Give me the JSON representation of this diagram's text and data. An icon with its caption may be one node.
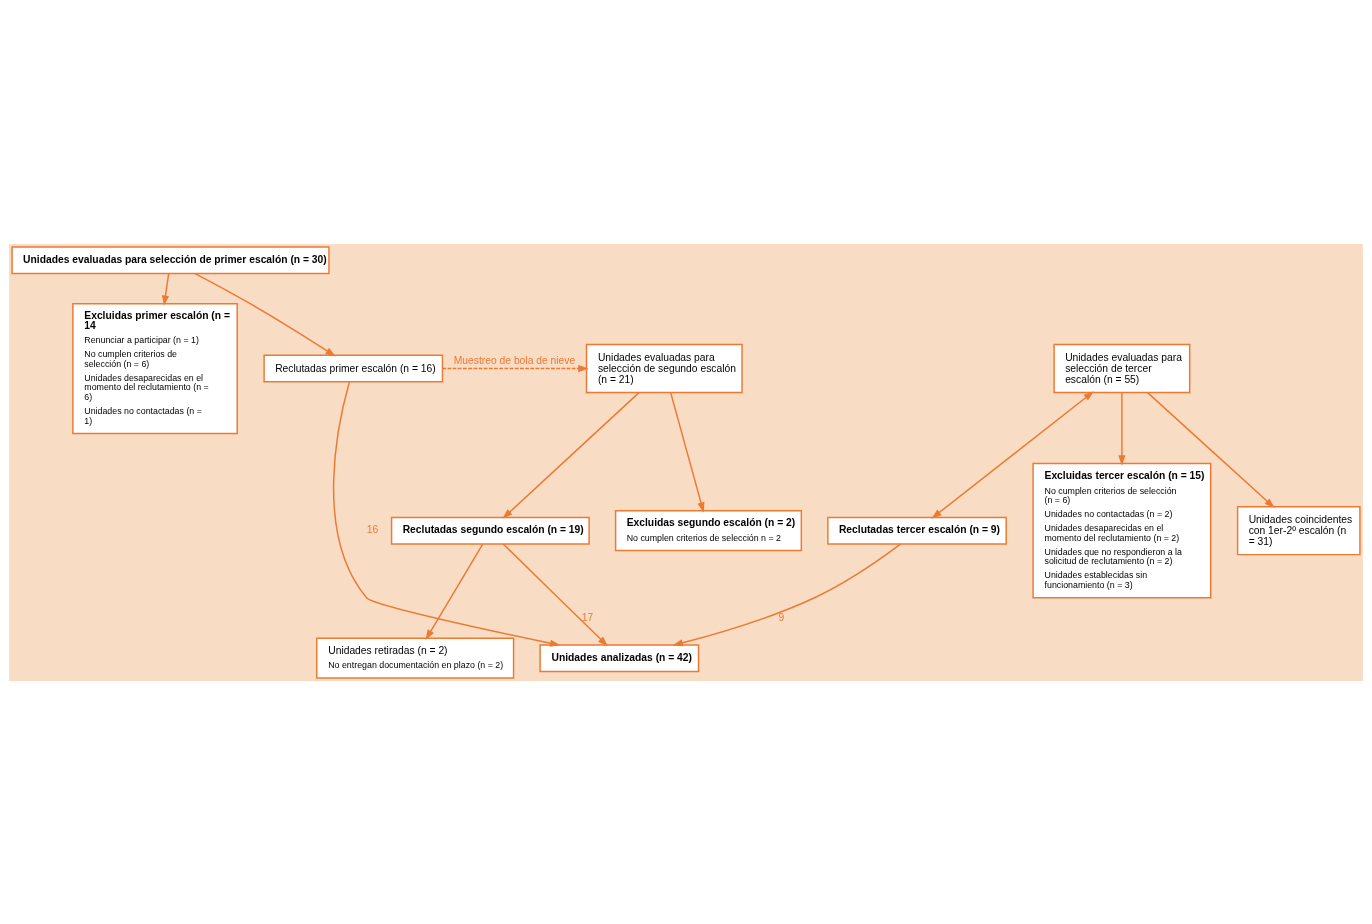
{
  "diagram": {
    "nodes": [
      {
        "text": [
          "Unidades evaluadas para selección de primer escalón (n = 30)"
        ]
      },
      {
        "text": [
          "Excluidas primer escalón (n = 14",
          "Renunciar a participar (n = 1)",
          "No cumplen criterios de selección (n = 6)",
          "Unidades desaparecidas en el momento del reclutamiento (n = 6)",
          "Unidades no contactadas (n = 1)"
        ]
      },
      {
        "text": [
          "Reclutadas primer escalón (n = 16)"
        ]
      },
      {
        "text": [
          "Unidades evaluadas para selección de segundo escalón (n = 21)"
        ]
      },
      {
        "text": [
          "Unidades analizadas (n = 42)"
        ]
      },
      {
        "text": [
          "Excluidas segundo escalón (n = 2)",
          "No cumplen criterios de selección n = 2"
        ]
      },
      {
        "text": [
          "Reclutadas tercer escalón (n = 9)"
        ]
      },
      {
        "text": [
          "Reclutadas segundo escalón (n = 19)"
        ]
      },
      {
        "text": [
          "Excluidas tercer escalón (n = 15)",
          "No cumplen criterios de selección (n = 6)",
          "Unidades no contactadas (n = 2)",
          "Unidades desaparecidas en el momento del reclutamiento (n = 2)",
          "Unidades que no respondieron a la solicitud de reclutamiento (n = 2)",
          "Unidades establecidas sin funcionamiento (n = 3)"
        ]
      },
      {
        "text": [
          "Unidades retiradas (n = 2)",
          "No entregan documentación en plazo (n = 2)"
        ]
      },
      {
        "text": [
          "Unidades coincidentes con 1er-2º escalón (n = 31)"
        ]
      },
      {
        "text": [
          "Unidades evaluadas para selección de tercer escalón (n = 55)"
        ]
      }
    ],
    "edges": [
      {
        "from": 0,
        "to": 2,
        "arrow": "to"
      },
      {
        "from": 0,
        "to": 1,
        "arrow": "to"
      },
      {
        "from": 2,
        "to": 3,
        "arrow": "to",
        "style": "dashed",
        "label": "Muestreo de bola de nieve"
      },
      {
        "from": 2,
        "to": 4,
        "arrow": "to",
        "label": "16"
      },
      {
        "from": 3,
        "to": 5,
        "arrow": "to"
      },
      {
        "from": 3,
        "to": 7,
        "arrow": "to"
      },
      {
        "from": 7,
        "to": 4,
        "arrow": "to",
        "label": "17"
      },
      {
        "from": 6,
        "to": 4,
        "arrow": "to",
        "label": "9"
      },
      {
        "from": 7,
        "to": 9,
        "arrow": "to"
      },
      {
        "from": 11,
        "to": 6,
        "arrow": "both"
      },
      {
        "from": 11,
        "to": 8,
        "arrow": "to"
      },
      {
        "from": 11,
        "to": 10,
        "arrow": "to"
      }
    ]
  }
}
